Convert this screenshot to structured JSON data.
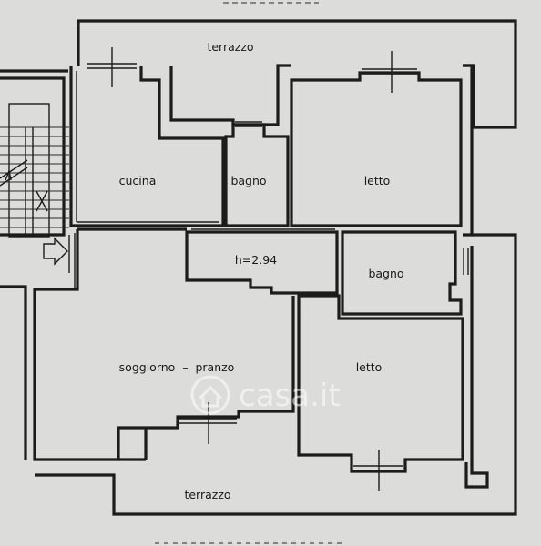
{
  "rooms": {
    "terrace_top": "terrazzo",
    "kitchen": "cucina",
    "bathroom_1": "bagno",
    "bedroom_1": "letto",
    "hallway": "h=2.94",
    "bathroom_2": "bagno",
    "living_dining": "soggiorno  –  pranzo",
    "bedroom_2": "letto",
    "terrace_bottom": "terrazzo"
  },
  "watermark": {
    "text": "casa.it",
    "icon": "house-logo-icon"
  },
  "icons": {
    "entrance": "entrance-arrow-icon",
    "stairs": "staircase-icon"
  },
  "colors": {
    "paper": "#dcdcda",
    "ink": "#1c1c1c"
  }
}
